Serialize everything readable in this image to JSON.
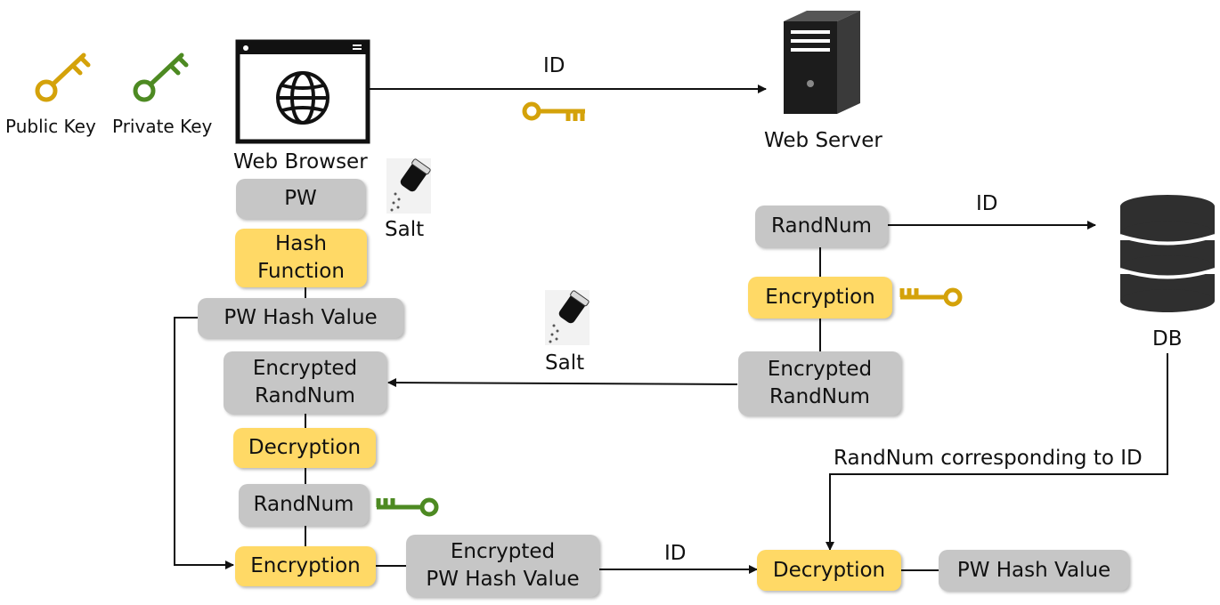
{
  "legend": {
    "public_key": "Public Key",
    "private_key": "Private Key"
  },
  "browser": {
    "label": "Web Browser"
  },
  "server": {
    "label": "Web Server"
  },
  "db": {
    "label": "DB"
  },
  "arrows": {
    "browser_to_server": "ID",
    "randnum_to_db": "ID",
    "to_decryption": "ID",
    "db_to_decryption": "RandNum corresponding to ID"
  },
  "salt": {
    "top": "Salt",
    "middle": "Salt"
  },
  "client": {
    "pw": "PW",
    "hash_function": "Hash\nFunction",
    "pw_hash_value": "PW Hash Value",
    "encrypted_randnum": "Encrypted\nRandNum",
    "decryption": "Decryption",
    "randnum": "RandNum",
    "encryption": "Encryption",
    "encrypted_pw_hash_value": "Encrypted\nPW Hash Value"
  },
  "serverside": {
    "randnum": "RandNum",
    "encryption": "Encryption",
    "encrypted_randnum": "Encrypted\nRandNum",
    "decryption": "Decryption",
    "pw_hash_value": "PW Hash Value"
  },
  "colors": {
    "public_key": "#d4a20a",
    "private_key": "#4d8a22",
    "process_box": "#ffd966",
    "data_box": "#c6c6c6"
  }
}
